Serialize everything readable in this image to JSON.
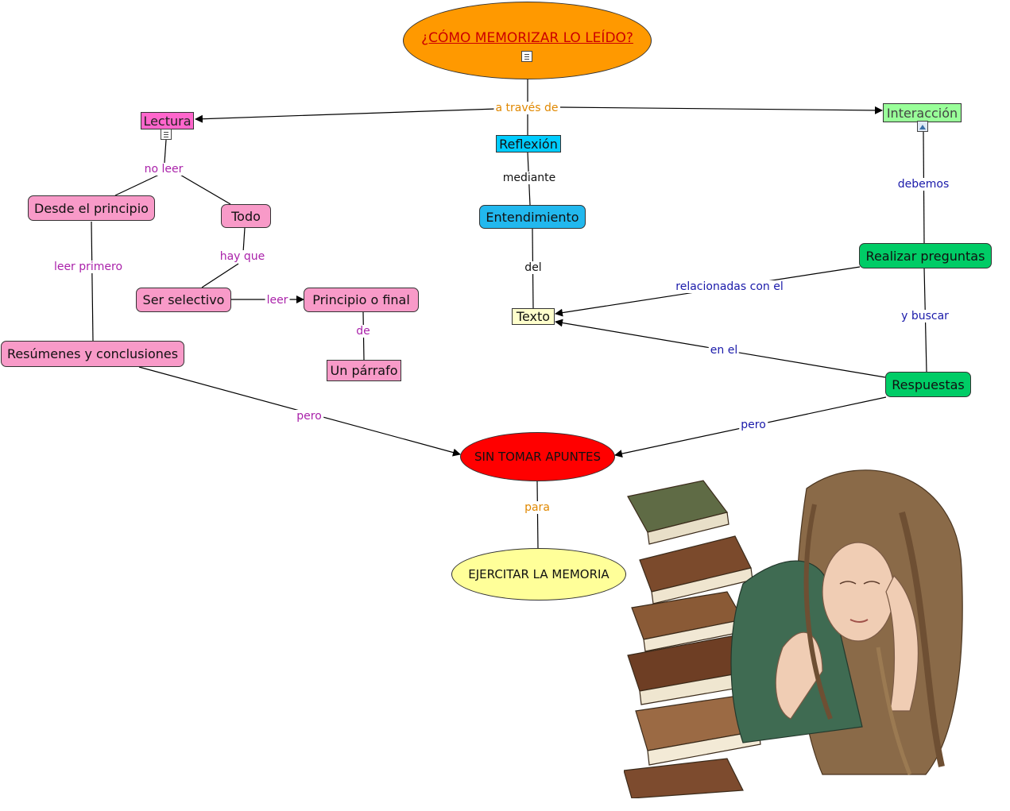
{
  "title": "¿CÓMO MEMORIZAR LO LEÍDO?",
  "nodes": {
    "lectura": "Lectura",
    "reflexion": "Reflexión",
    "interaccion": "Interacción",
    "desde_principio": "Desde el principio",
    "todo": "Todo",
    "entendimiento": "Entendimiento",
    "realizar_preguntas": "Realizar preguntas",
    "ser_selectivo": "Ser selectivo",
    "principio_final": "Principio o final",
    "texto": "Texto",
    "resumenes": "Resúmenes y conclusiones",
    "un_parrafo": "Un párrafo",
    "respuestas": "Respuestas",
    "sin_tomar_apuntes": "SIN TOMAR APUNTES",
    "ejercitar_memoria": "EJERCITAR LA MEMORIA"
  },
  "links": {
    "a_traves_de": "a través de",
    "no_leer": "no leer",
    "mediante": "mediante",
    "debemos": "debemos",
    "hay_que": "hay que",
    "leer_primero": "leer primero",
    "del": "del",
    "relacionadas_con_el": "relacionadas con el",
    "leer": "leer",
    "y_buscar": "y buscar",
    "de": "de",
    "en_el": "en el",
    "pero_left": "pero",
    "pero_right": "pero",
    "para": "para"
  },
  "colors": {
    "title_fill": "#ff9900",
    "title_text": "#cc0000",
    "lectura_fill": "#ff66cc",
    "pink_fill": "#f89ac8",
    "reflexion_fill": "#00ccff",
    "entendimiento_fill": "#22b8ee",
    "interaccion_fill": "#99ff99",
    "green_fill": "#00cc66",
    "texto_fill": "#ffffcc",
    "sin_apuntes_fill": "#ff0000",
    "ejercitar_fill": "#ffff99",
    "label_orange": "#e08800",
    "label_magenta": "#aa22aa",
    "label_blue": "#1a1aaa",
    "label_black": "#111111"
  },
  "icons": {
    "title_icon": "document-icon",
    "lectura_icon": "document-icon",
    "interaccion_icon": "image-icon"
  },
  "illustration": "drawing-of-girl-with-books"
}
